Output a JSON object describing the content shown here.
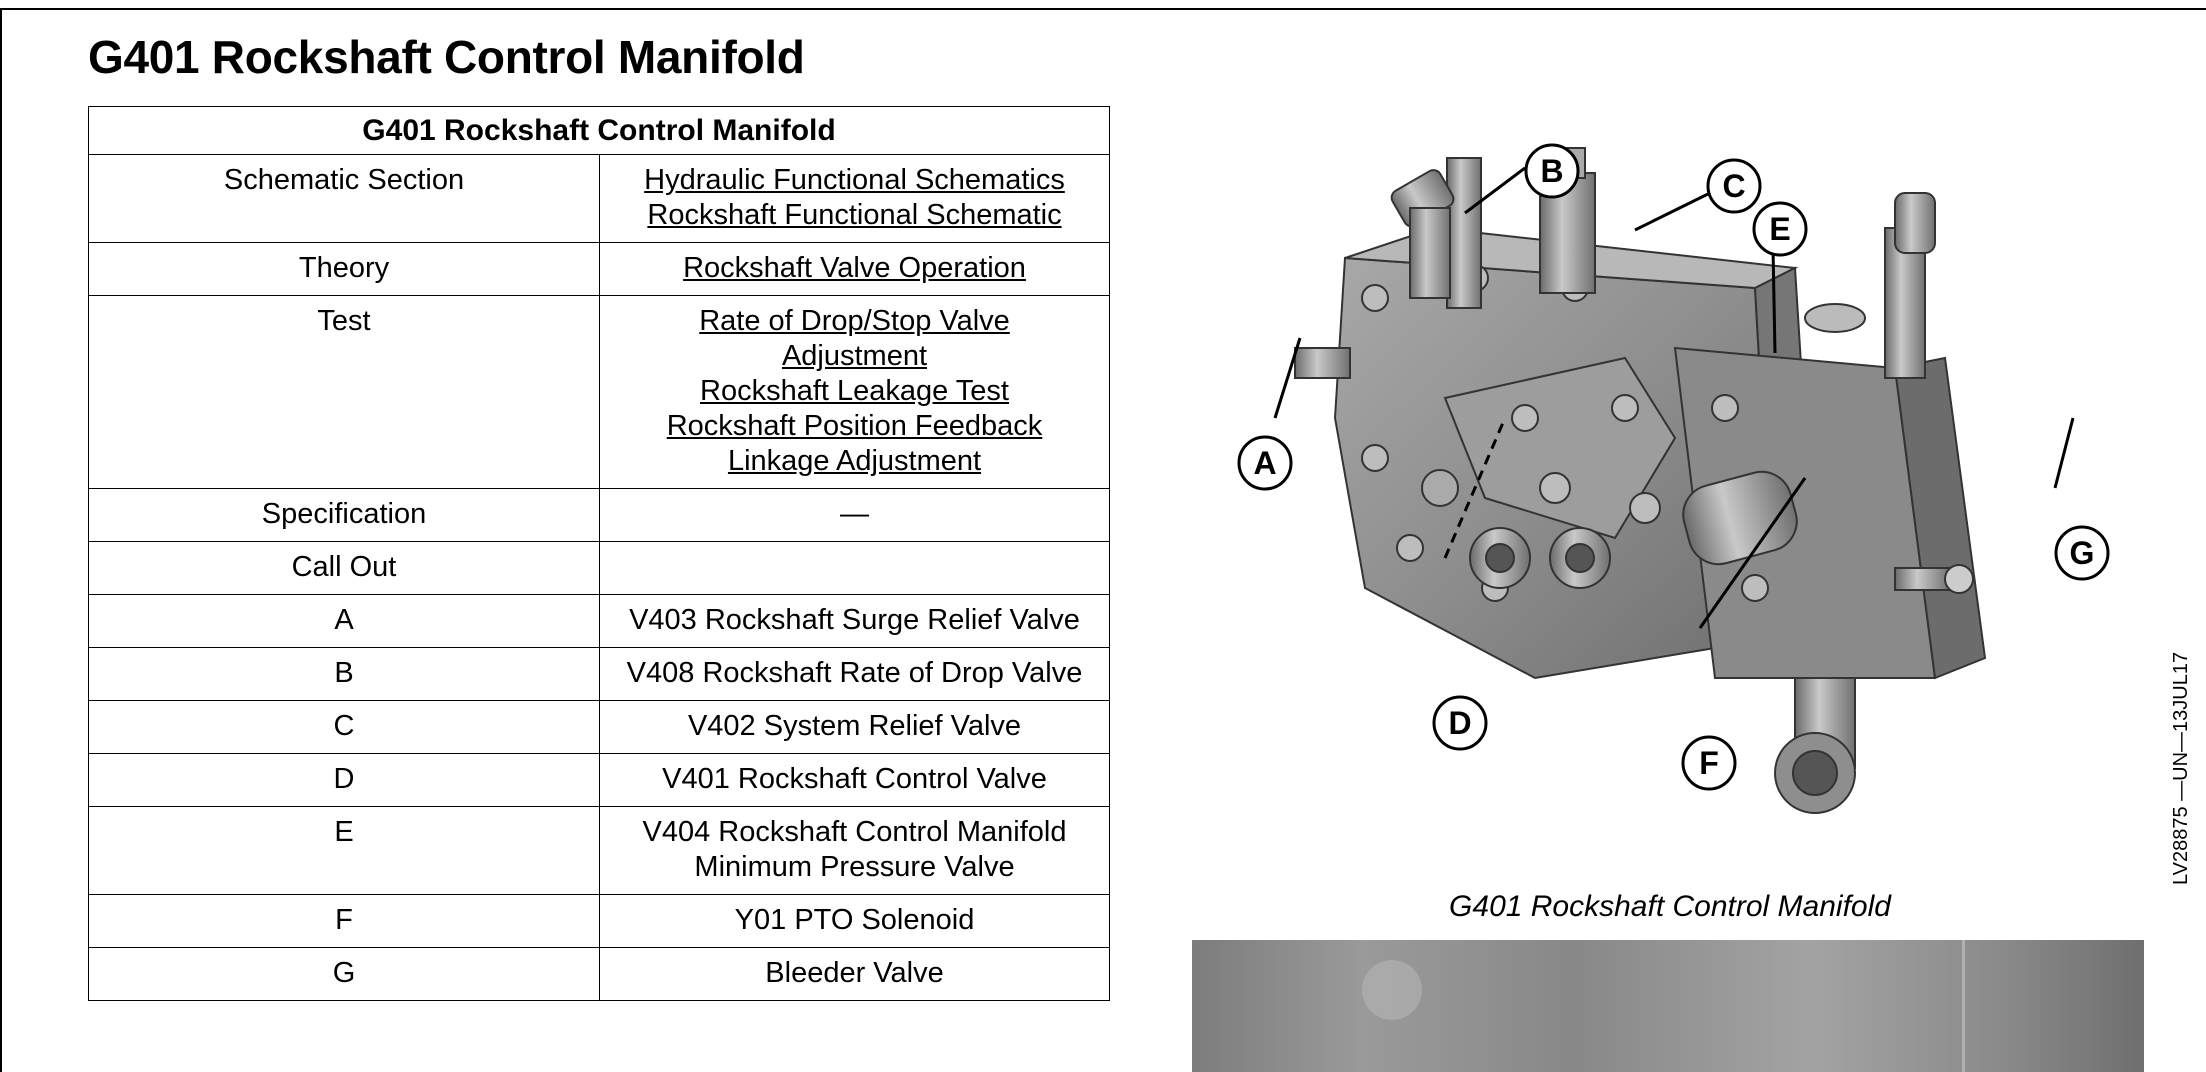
{
  "page_title": "G401 Rockshaft Control Manifold",
  "table": {
    "header": "G401 Rockshaft Control Manifold",
    "rows": [
      {
        "label": "Schematic Section",
        "links": [
          "Hydraulic Functional Schematics",
          "Rockshaft Functional Schematic"
        ]
      },
      {
        "label": "Theory",
        "links": [
          "Rockshaft Valve Operation"
        ]
      },
      {
        "label": "Test",
        "links": [
          "Rate of Drop/Stop Valve Adjustment",
          "Rockshaft Leakage Test",
          "Rockshaft Position Feedback Linkage Adjustment"
        ]
      },
      {
        "label": "Specification",
        "value": "—"
      },
      {
        "label": "Call Out",
        "value": ""
      },
      {
        "label": "A",
        "value": "V403 Rockshaft Surge Relief Valve"
      },
      {
        "label": "B",
        "value": "V408 Rockshaft Rate of Drop Valve"
      },
      {
        "label": "C",
        "value": "V402 System Relief Valve"
      },
      {
        "label": "D",
        "value": "V401 Rockshaft Control Valve"
      },
      {
        "label": "E",
        "value": "V404 Rockshaft Control Manifold Minimum Pressure Valve"
      },
      {
        "label": "F",
        "value": "Y01 PTO Solenoid"
      },
      {
        "label": "G",
        "value": "Bleeder Valve"
      }
    ]
  },
  "figure": {
    "callouts": [
      "A",
      "B",
      "C",
      "D",
      "E",
      "F",
      "G"
    ],
    "caption": "G401 Rockshaft Control Manifold",
    "image_code": "LV28875 —UN—13JUL17"
  }
}
